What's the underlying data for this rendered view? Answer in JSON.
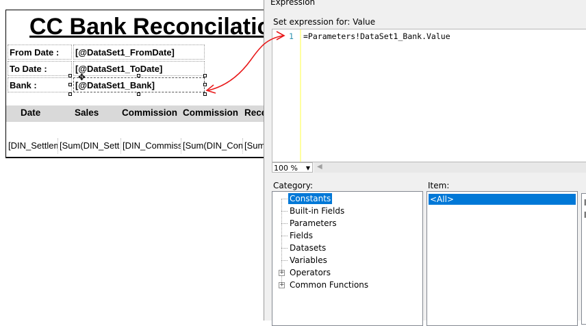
{
  "report": {
    "title": "CC Bank Reconcilatio",
    "params": [
      {
        "label": "From Date :",
        "value": "[@DataSet1_FromDate]"
      },
      {
        "label": "To Date :",
        "value": "[@DataSet1_ToDate]"
      },
      {
        "label": "Bank :",
        "value": "[@DataSet1_Bank]"
      }
    ],
    "columns": [
      "Date",
      "Sales",
      "Commission",
      "Commission",
      "Rece"
    ],
    "detail_cells": [
      "[DIN_Settlem",
      "[Sum(DIN_Sett",
      "[DIN_Commiss",
      "[Sum(DIN_Con",
      "[Sum"
    ]
  },
  "dialog": {
    "title": "Expression",
    "set_expression_label": "Set expression for: Value",
    "line_number": "1",
    "expression": "=Parameters!DataSet1_Bank.Value",
    "zoom": "100 %",
    "category_label": "Category:",
    "item_label": "Item:",
    "categories": [
      {
        "label": "Constants",
        "selected": true,
        "expandable": false
      },
      {
        "label": "Built-in Fields",
        "expandable": false
      },
      {
        "label": "Parameters",
        "expandable": false
      },
      {
        "label": "Fields",
        "expandable": false
      },
      {
        "label": "Datasets",
        "expandable": false
      },
      {
        "label": "Variables",
        "expandable": false
      },
      {
        "label": "Operators",
        "expandable": true
      },
      {
        "label": "Common Functions",
        "expandable": true
      }
    ],
    "items": [
      "<All>"
    ],
    "description_partial": [
      "I",
      "I"
    ]
  },
  "colors": {
    "selection": "#0078d7",
    "annotation_arrow": "#e8191a",
    "header_band": "#d9d9d9"
  }
}
